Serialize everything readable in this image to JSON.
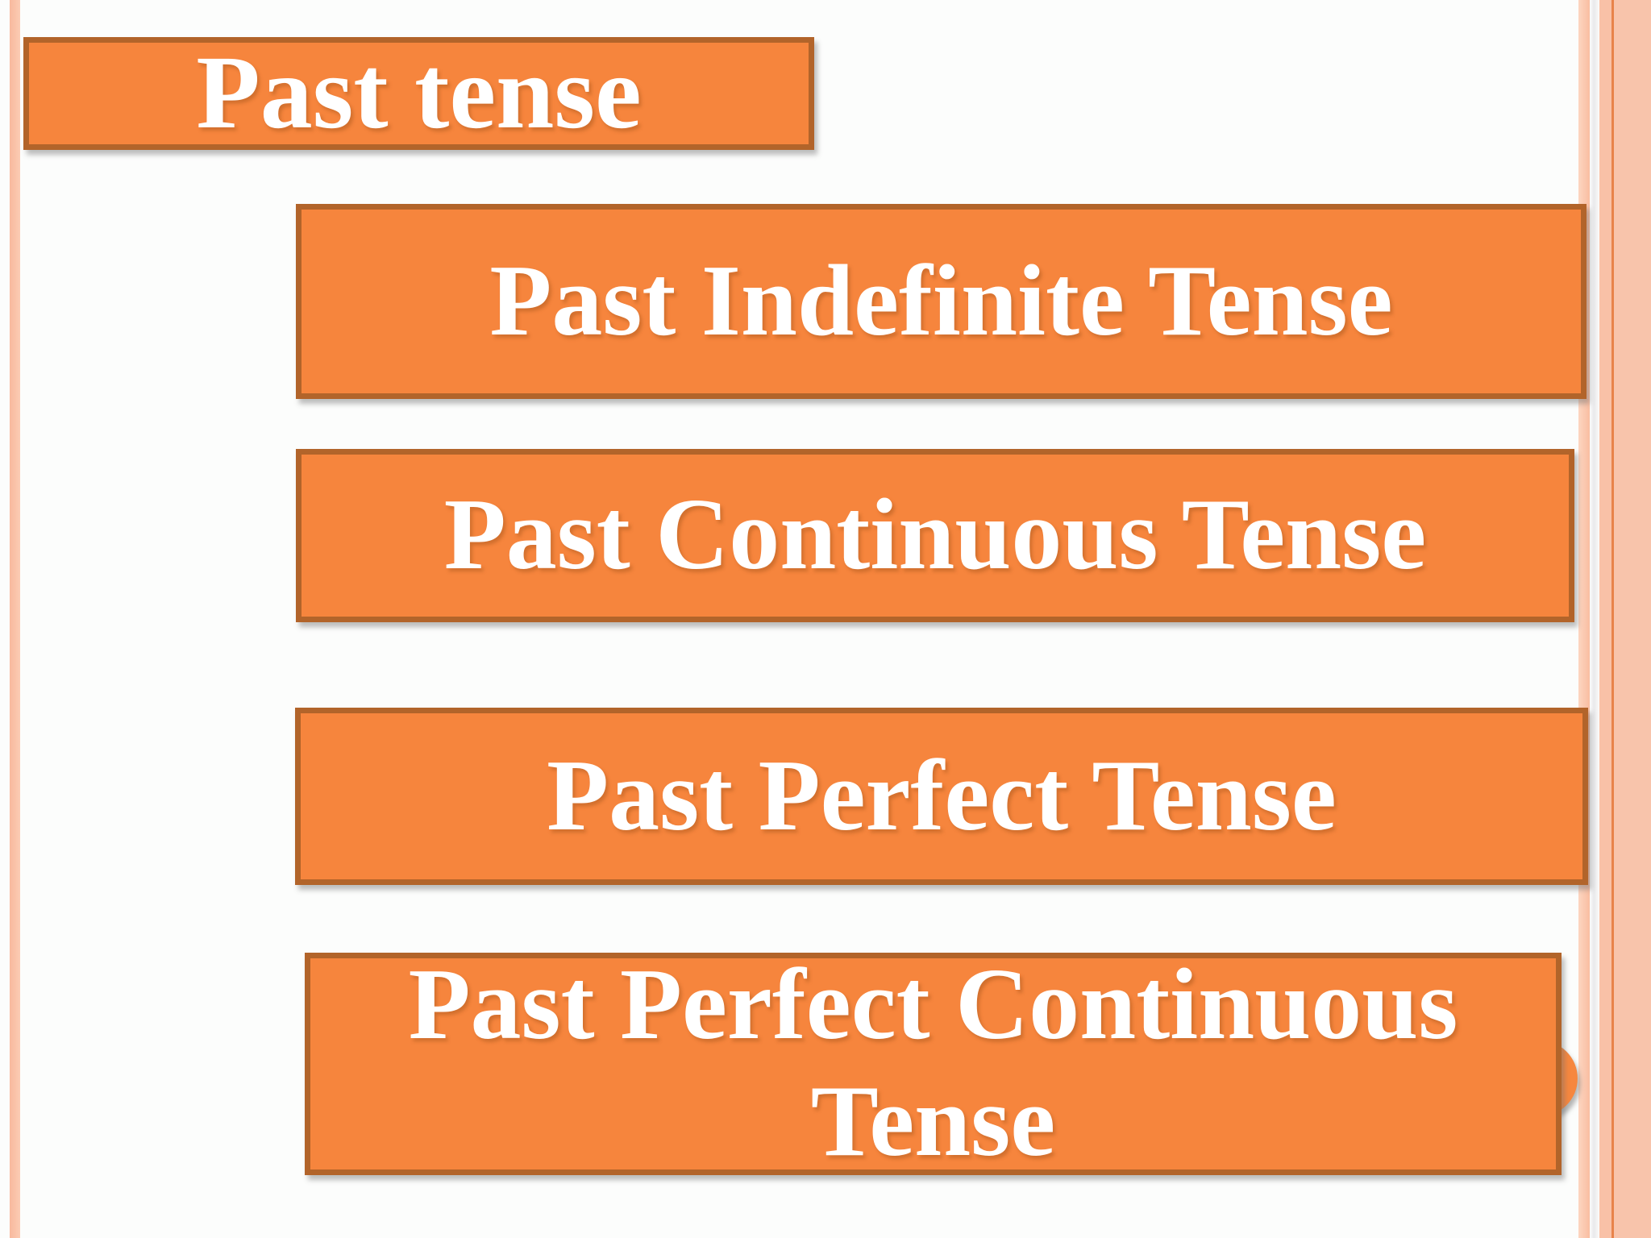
{
  "slide": {
    "title": "Past tense",
    "tense_boxes": [
      "Past Indefinite Tense",
      "Past Continuous Tense",
      "Past Perfect Tense",
      "Past Perfect Continuous Tense"
    ],
    "colors": {
      "box_fill": "#f6853d",
      "box_border": "#b2642a",
      "box_text": "#ffffff",
      "accent_stripe": "#f9bfa5",
      "accent_line": "#e8834a",
      "background": "#fcfdfc"
    }
  }
}
